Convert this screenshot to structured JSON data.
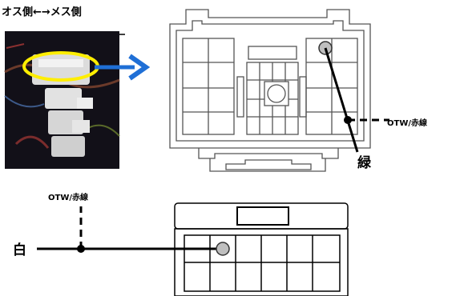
{
  "title": "オス側←→メス側",
  "labels": {
    "otw_right": "OTW/赤線",
    "otw_left": "OTW/赤線",
    "green": "緑",
    "white": "白"
  },
  "colors": {
    "highlight_ring": "#ffee00",
    "arrow": "#1f6fd6",
    "connector_outline": "#555555",
    "pin_fill": "#bfbfbf",
    "wire": "#000000"
  }
}
